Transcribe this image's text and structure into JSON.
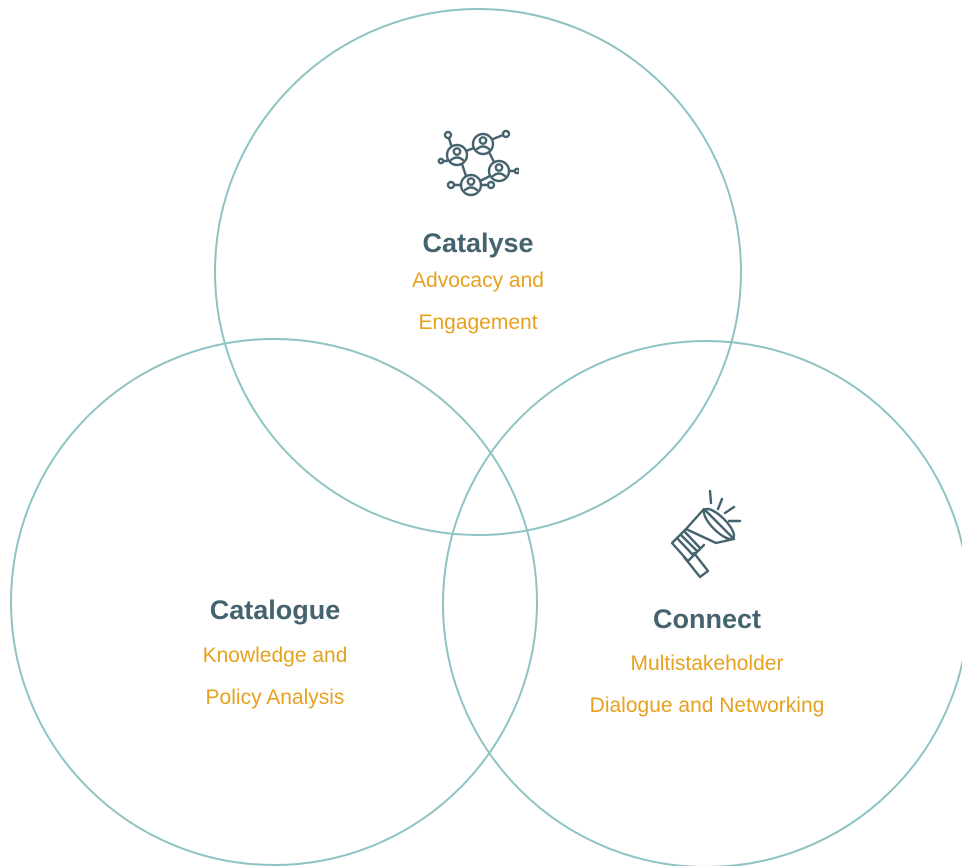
{
  "colors": {
    "circle_stroke": "#8ec3c4",
    "title": "#45636f",
    "subtitle": "#e6a11f",
    "icon": "#45636f"
  },
  "circles": [
    {
      "id": "catalyse",
      "title": "Catalyse",
      "subtitle": "Advocacy and\nEngagement",
      "icon": "network-people-icon"
    },
    {
      "id": "catalogue",
      "title": "Catalogue",
      "subtitle": "Knowledge and\nPolicy Analysis",
      "icon": ""
    },
    {
      "id": "connect",
      "title": "Connect",
      "subtitle": "Multistakeholder\nDialogue and Networking",
      "icon": "megaphone-icon"
    }
  ]
}
